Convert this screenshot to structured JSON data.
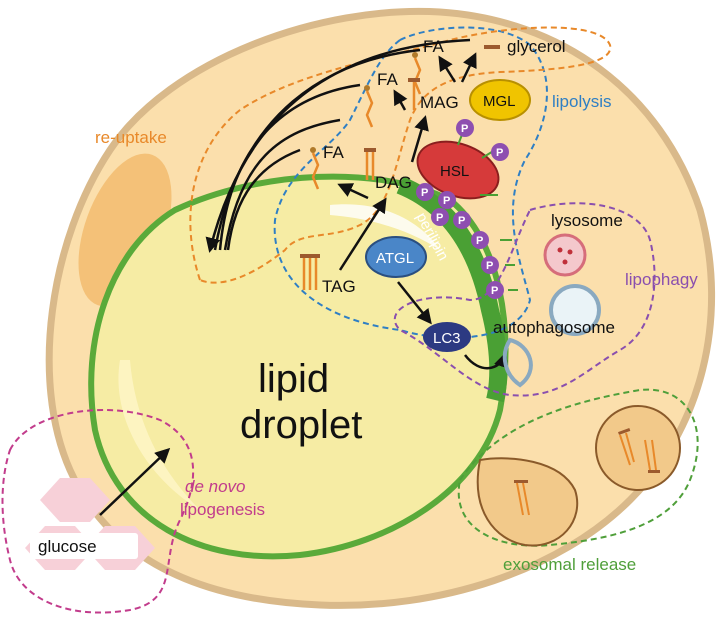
{
  "labels": {
    "lipid_droplet_line1": "lipid",
    "lipid_droplet_line2": "droplet",
    "fa": "FA",
    "glycerol": "glycerol",
    "mag": "MAG",
    "dag": "DAG",
    "tag": "TAG",
    "mgl": "MGL",
    "hsl": "HSL",
    "atgl": "ATGL",
    "lc3": "LC3",
    "perilipin": "perilipin",
    "lipolysis": "lipolysis",
    "re_uptake": "re-uptake",
    "lysosome": "lysosome",
    "lipophagy": "lipophagy",
    "autophagosome": "autophagosome",
    "de_novo": "de novo",
    "lipogenesis": "lipogenesis",
    "glucose": "glucose",
    "exosomal_release": "exosomal release",
    "phospho": "P"
  },
  "colors": {
    "cell_fill": "#fbdfac",
    "cell_border": "#d9b98a",
    "droplet_fill": "#f6eca4",
    "droplet_border": "#5aaa3a",
    "lipolysis": "#2f7fc4",
    "re_uptake": "#e8892a",
    "lipophagy": "#8a4fae",
    "lipogenesis": "#c23c8c",
    "exosomal": "#4f9f3a",
    "hsl": "#d63a3a",
    "mgl": "#f0c400",
    "atgl": "#4a86c8",
    "lc3": "#2c3a82",
    "phospho": "#8e4fb0"
  }
}
